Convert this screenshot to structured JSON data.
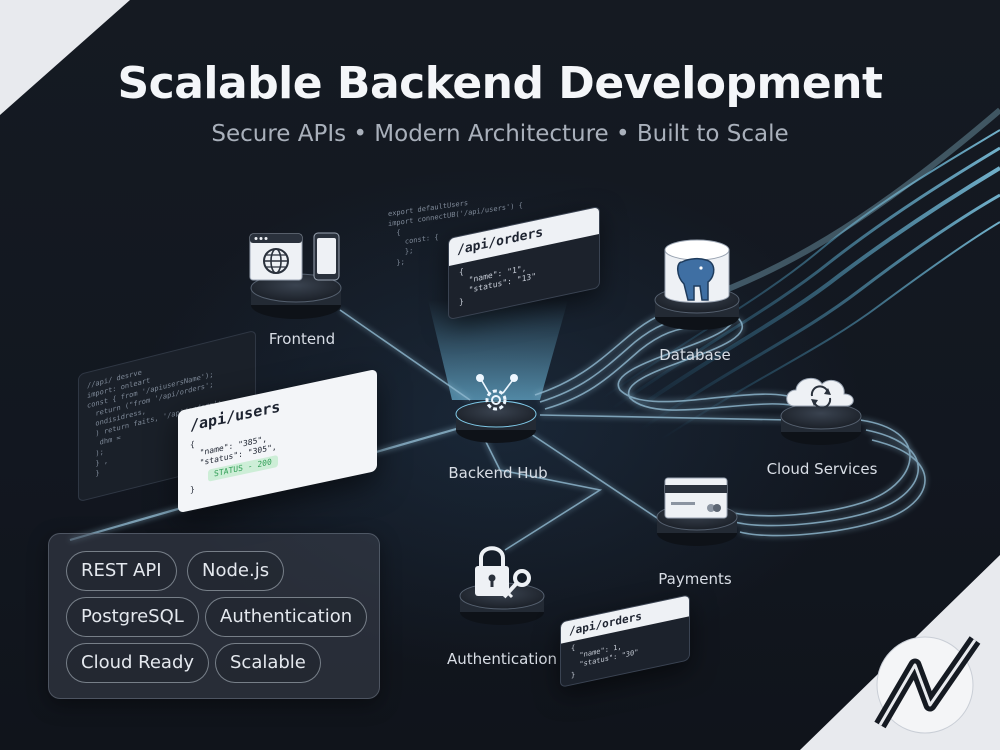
{
  "header": {
    "title": "Scalable Backend Development",
    "subtitle": "Secure APIs • Modern Architecture • Built to Scale"
  },
  "nodes": {
    "frontend": "Frontend",
    "database": "Database",
    "backend_hub": "Backend Hub",
    "cloud_services": "Cloud Services",
    "payments": "Payments",
    "authentication": "Authentication"
  },
  "cards": {
    "orders_top": {
      "endpoint": "/api/orders",
      "lines": [
        "{",
        "  \"name\": \"1\",",
        "  \"status\": \"13\"",
        "}"
      ]
    },
    "users": {
      "endpoint": "/api/users",
      "lines": [
        "{",
        "  \"name\": \"385\",",
        "  \"status\": \"305\","
      ],
      "status_badge": "STATUS - 200",
      "closing": "}"
    },
    "orders_bottom": {
      "endpoint": "/api/orders",
      "lines": [
        "{",
        "  \"name\": 1,",
        "  \"status\": \"30\"",
        "}"
      ]
    },
    "code_top_lines": [
      "export defaultUsers",
      "import connectUB('/api/users') {",
      "  {",
      "    const: {",
      "    };",
      "  };"
    ],
    "code_left_lines": [
      "//api/ desrve",
      "import: onleart",
      "const { from '/apiusersName');",
      "  return (\"from '/api/orders';",
      "  ondisidress,",
      "  ) return faits, '/api/orders';",
      "   dhm = ",
      "  );",
      "  } ,",
      "  }"
    ]
  },
  "tags": [
    "REST API",
    "Node.js",
    "PostgreSQL",
    "Authentication",
    "Cloud Ready",
    "Scalable"
  ],
  "colors": {
    "background": "#141820",
    "accent_glow": "#6fd3ff",
    "connector": "#8fb8cf",
    "status_green": "#2f9e55"
  },
  "icons": [
    "browser-globe-icon",
    "mobile-phone-icon",
    "postgres-elephant-icon",
    "gear-network-icon",
    "cloud-sync-icon",
    "credit-card-icon",
    "padlock-icon",
    "key-icon",
    "brand-logo"
  ]
}
